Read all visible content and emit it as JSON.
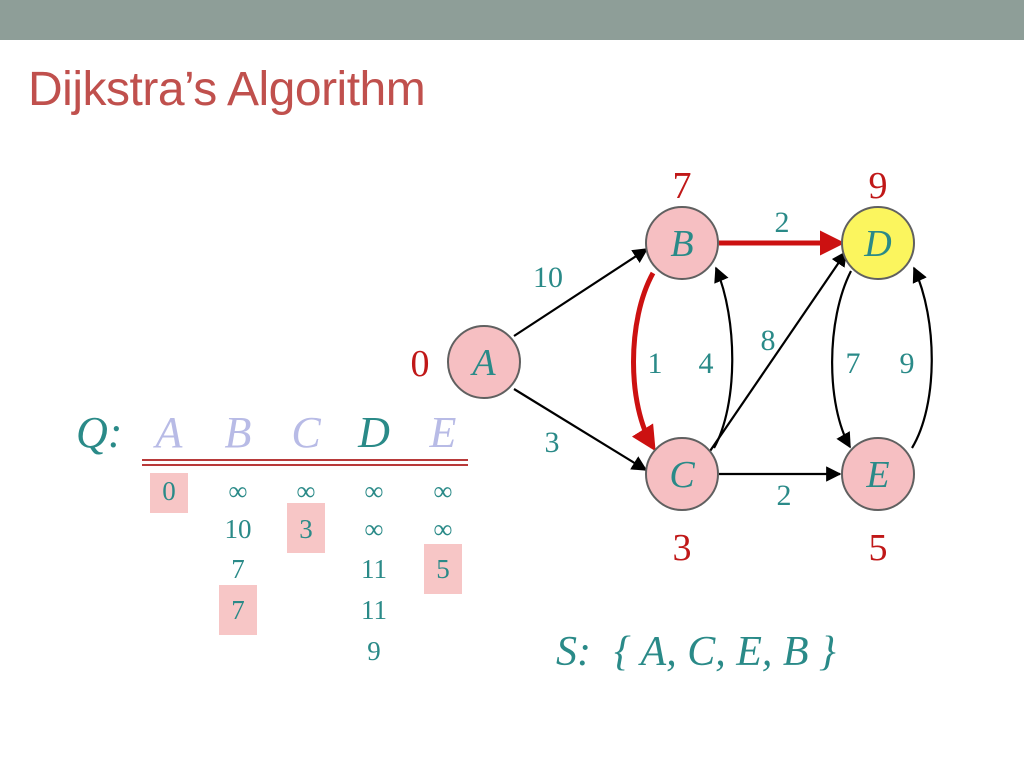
{
  "slide": {
    "title": "Dijkstra’s Algorithm"
  },
  "colors": {
    "top_bar": "#8e9e98",
    "title": "#c0504d",
    "node_fill": "#f6bfc2",
    "node_stroke": "#606060",
    "highlight_node": "#fbf55e",
    "edge": "#000000",
    "shortest_path_edge": "#cc1111",
    "weight_text": "#2a8a88",
    "distance_text": "#c01818",
    "removed_letter": "#b8bbe6",
    "active_letter": "#2a8a88",
    "cell_highlight": "#f7c6c6",
    "queue_rule": "#b83a3a"
  },
  "graph": {
    "nodes": [
      {
        "id": "A",
        "label": "A",
        "distance": "0"
      },
      {
        "id": "B",
        "label": "B",
        "distance": "7"
      },
      {
        "id": "C",
        "label": "C",
        "distance": "3"
      },
      {
        "id": "D",
        "label": "D",
        "distance": "9"
      },
      {
        "id": "E",
        "label": "E",
        "distance": "5"
      }
    ],
    "edges": [
      {
        "from": "A",
        "to": "B",
        "weight": "10"
      },
      {
        "from": "A",
        "to": "C",
        "weight": "3"
      },
      {
        "from": "B",
        "to": "D",
        "weight": "2"
      },
      {
        "from": "B",
        "to": "C",
        "weight": "1"
      },
      {
        "from": "C",
        "to": "B",
        "weight": "4"
      },
      {
        "from": "C",
        "to": "D",
        "weight": "8"
      },
      {
        "from": "C",
        "to": "E",
        "weight": "2"
      },
      {
        "from": "D",
        "to": "E",
        "weight": "7"
      },
      {
        "from": "E",
        "to": "D",
        "weight": "9"
      }
    ]
  },
  "queue": {
    "label": "Q:",
    "letters": [
      "A",
      "B",
      "C",
      "D",
      "E"
    ],
    "columns": [
      [
        "0"
      ],
      [
        "∞",
        "10",
        "7",
        "7"
      ],
      [
        "∞",
        "3"
      ],
      [
        "∞",
        "∞",
        "11",
        "11",
        "9"
      ],
      [
        "∞",
        "∞",
        "5"
      ]
    ]
  },
  "settled": {
    "label": "S:",
    "text": "{ A, C, E, B }"
  }
}
